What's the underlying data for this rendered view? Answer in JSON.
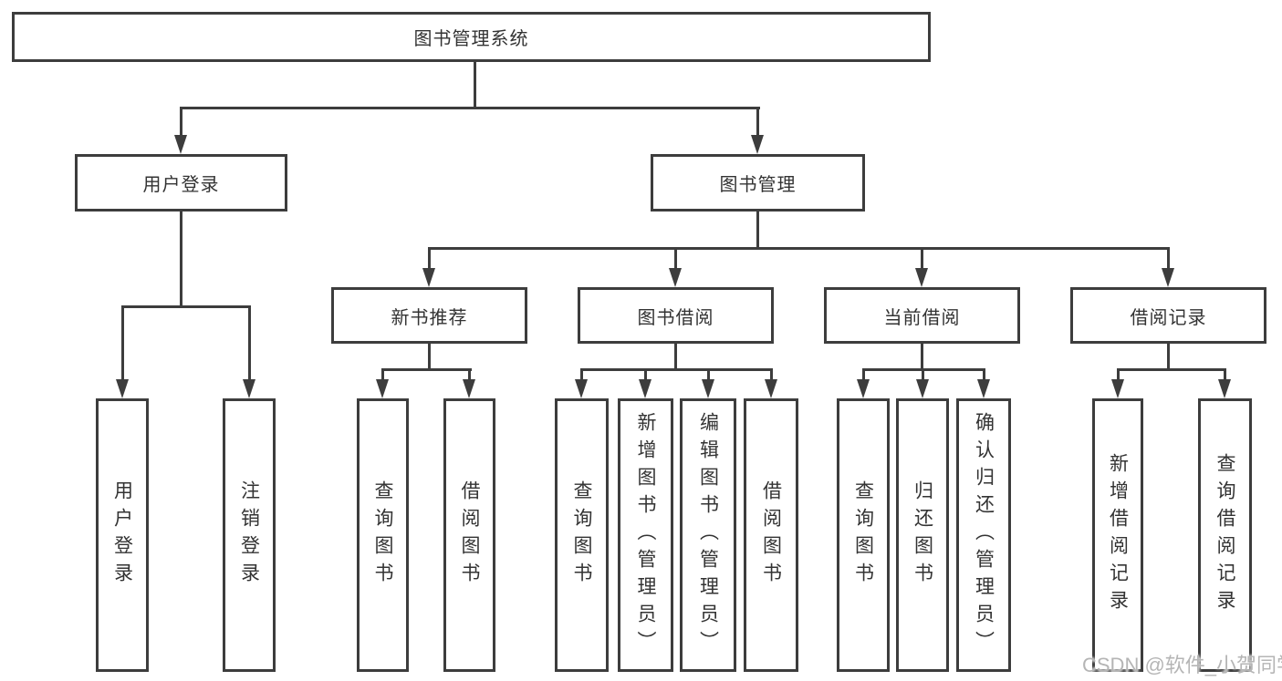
{
  "diagram": {
    "title_node": {
      "label": "图书管理系统"
    },
    "level2": [
      {
        "id": "user-login",
        "label": "用户登录"
      },
      {
        "id": "book-management",
        "label": "图书管理"
      }
    ],
    "level3": [
      {
        "id": "new-book-recommend",
        "label": "新书推荐"
      },
      {
        "id": "book-borrow",
        "label": "图书借阅"
      },
      {
        "id": "current-borrow",
        "label": "当前借阅"
      },
      {
        "id": "borrow-records",
        "label": "借阅记录"
      }
    ],
    "leaves": [
      {
        "group": "user-login",
        "label": "用户登录"
      },
      {
        "group": "user-login",
        "label": "注销登录"
      },
      {
        "group": "new-book-recommend",
        "label": "查询图书"
      },
      {
        "group": "new-book-recommend",
        "label": "借阅图书"
      },
      {
        "group": "book-borrow",
        "label": "查询图书"
      },
      {
        "group": "book-borrow",
        "label": "新增图书（管理员）"
      },
      {
        "group": "book-borrow",
        "label": "编辑图书（管理员）"
      },
      {
        "group": "book-borrow",
        "label": "借阅图书"
      },
      {
        "group": "current-borrow",
        "label": "查询图书"
      },
      {
        "group": "current-borrow",
        "label": "归还图书"
      },
      {
        "group": "current-borrow",
        "label": "确认归还（管理员）"
      },
      {
        "group": "borrow-records",
        "label": "新增借阅记录"
      },
      {
        "group": "borrow-records",
        "label": "查询借阅记录"
      }
    ]
  },
  "watermark": {
    "text": "CSDN @软件_小贺同学",
    "color": "#b5b5b5"
  },
  "colors": {
    "line": "#3d3d3d",
    "text": "#333333",
    "background": "#ffffff"
  }
}
